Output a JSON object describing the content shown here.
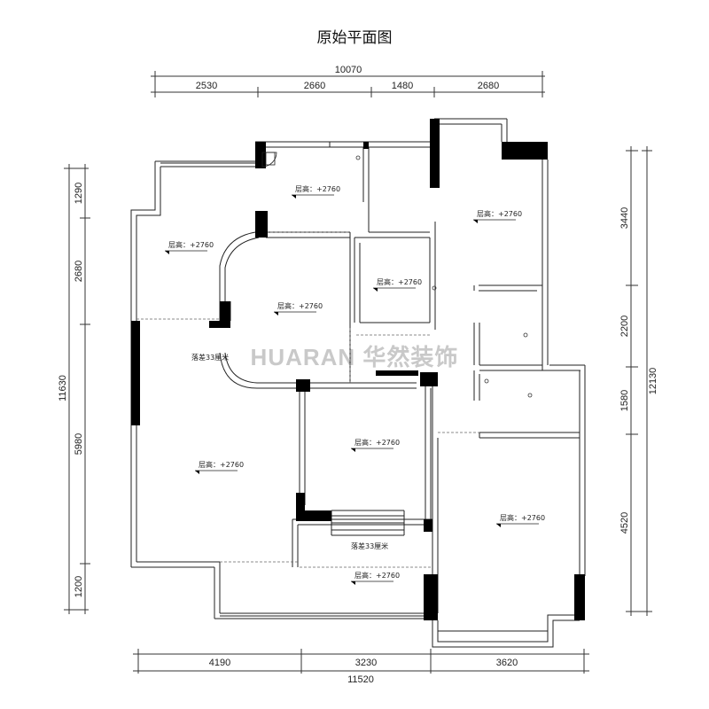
{
  "title": "原始平面图",
  "watermark": "HUARAN 华然装饰",
  "dimensions": {
    "top_total": "10070",
    "top_segments": [
      "2530",
      "2660",
      "1480",
      "2680"
    ],
    "bottom_total": "11520",
    "bottom_segments": [
      "4190",
      "3230",
      "3620"
    ],
    "left_total": "11630",
    "left_segments": [
      "1290",
      "2680",
      "5980",
      "1200"
    ],
    "right_total": "12130",
    "right_segments": [
      "3440",
      "2200",
      "1580",
      "4520"
    ]
  },
  "height_tag": "层高：+2760",
  "drop_note": "落差33厘米",
  "rooms": [
    {
      "id": "room-top-center",
      "label": "层高：+2760"
    },
    {
      "id": "room-top-right",
      "label": "层高：+2760"
    },
    {
      "id": "room-upper-left",
      "label": "层高：+2760"
    },
    {
      "id": "room-center-hall",
      "label": "层高：+2760"
    },
    {
      "id": "room-small-center",
      "label": "层高：+2760"
    },
    {
      "id": "room-living",
      "label": "层高：+2760"
    },
    {
      "id": "room-mid-center",
      "label": "层高：+2760"
    },
    {
      "id": "room-bottom-right",
      "label": "层高：+2760"
    },
    {
      "id": "room-bottom-center",
      "label": "层高：+2760"
    }
  ],
  "colors": {
    "wall": "#000000",
    "line": "#333333",
    "watermark": "#c9c9c9"
  }
}
